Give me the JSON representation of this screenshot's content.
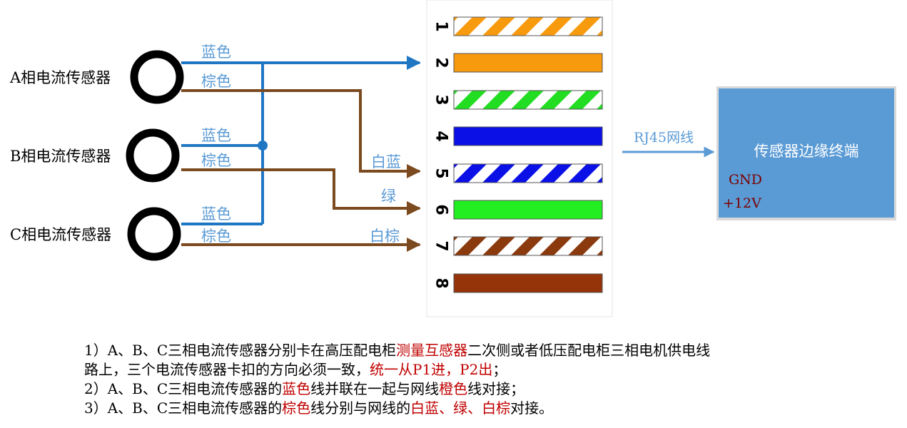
{
  "sensors": [
    {
      "label": "A相电流传感器",
      "wire_blue": "蓝色",
      "wire_brown": "棕色"
    },
    {
      "label": "B相电流传感器",
      "wire_blue": "蓝色",
      "wire_brown": "棕色"
    },
    {
      "label": "C相电流传感器",
      "wire_blue": "蓝色",
      "wire_brown": "棕色"
    }
  ],
  "pins": [
    {
      "num": "1",
      "color": "#f79a0e",
      "striped": true
    },
    {
      "num": "2",
      "color": "#f79a0e",
      "striped": false
    },
    {
      "num": "3",
      "color": "#22dd22",
      "striped": true
    },
    {
      "num": "4",
      "color": "#0b10e6",
      "striped": false
    },
    {
      "num": "5",
      "color": "#0b10e6",
      "striped": true
    },
    {
      "num": "6",
      "color": "#22ee22",
      "striped": false
    },
    {
      "num": "7",
      "color": "#8b3a0e",
      "striped": true
    },
    {
      "num": "8",
      "color": "#963409",
      "striped": false
    }
  ],
  "pin_labels": {
    "pin5": "白蓝",
    "pin6": "绿",
    "pin7": "白棕"
  },
  "cable_label": "RJ45网线",
  "terminal": {
    "title": "传感器边缘终端",
    "gnd": "GND",
    "v12": "+12V",
    "fill": "#5b9bd5"
  },
  "colors": {
    "blue_wire": "#1f77c4",
    "brown_wire": "#7b4a1f",
    "label": "#5b9bd5",
    "note_red": "#c00000"
  },
  "notes": [
    [
      {
        "t": "1）A、B、C三相电流传感器分别卡在高压配电柜"
      },
      {
        "t": "测量互感器",
        "red": true
      },
      {
        "t": "二次侧或者低压配电柜三相电机供电线"
      }
    ],
    [
      {
        "t": "路上，三个电流传感器卡扣的方向必须一致，"
      },
      {
        "t": "统一从P1进，P2出",
        "red": true
      },
      {
        "t": "；"
      }
    ],
    [
      {
        "t": "2）A、B、C三相电流传感器的"
      },
      {
        "t": "蓝色",
        "red": true
      },
      {
        "t": "线并联在一起与网线"
      },
      {
        "t": "橙色",
        "red": true
      },
      {
        "t": "线对接；"
      }
    ],
    [
      {
        "t": "3）A、B、C三相电流传感器的"
      },
      {
        "t": "棕色",
        "red": true
      },
      {
        "t": "线分别与网线的"
      },
      {
        "t": "白蓝、绿、白棕",
        "red": true
      },
      {
        "t": "对接。"
      }
    ]
  ]
}
